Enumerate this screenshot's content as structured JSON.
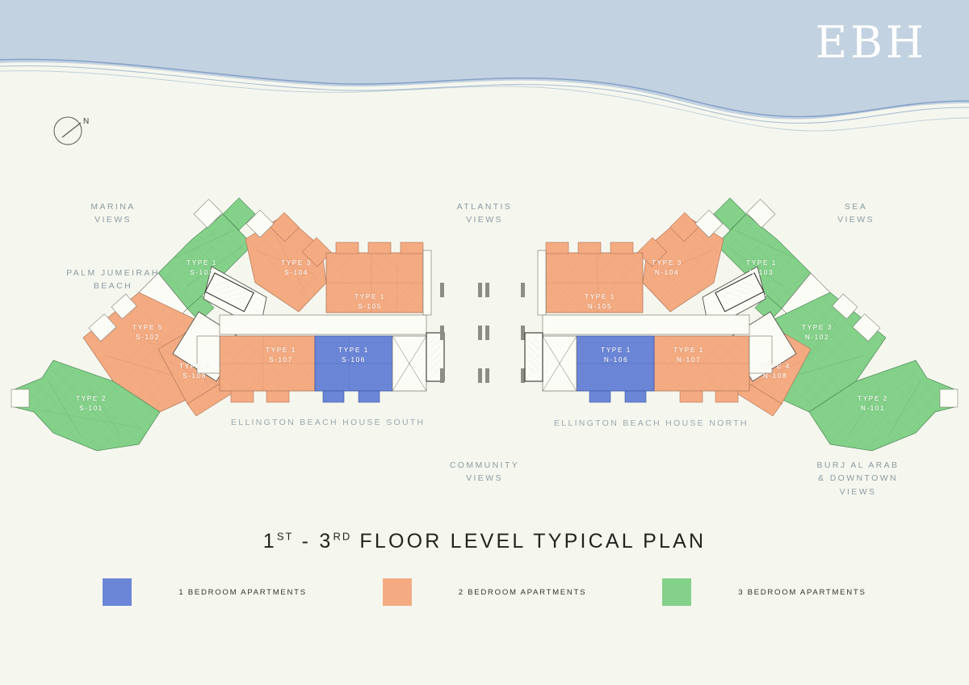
{
  "brand": {
    "logo": "EBH"
  },
  "compass": {
    "north_label": "N"
  },
  "view_labels": {
    "marina": "MARINA\nVIEWS",
    "palm": "PALM JUMEIRAH\nBEACH",
    "atlantis": "ATLANTIS\nVIEWS",
    "sea": "SEA\nVIEWS",
    "community": "COMMUNITY\nVIEWS",
    "burj": "BURJ AL ARAB\n& DOWNTOWN\nVIEWS"
  },
  "buildings": {
    "south_name": "ELLINGTON BEACH HOUSE SOUTH",
    "north_name": "ELLINGTON BEACH HOUSE NORTH"
  },
  "title": {
    "ordinal1": "1",
    "sup1": "ST",
    "dash": "-",
    "ordinal2": "3",
    "sup2": "RD",
    "rest": "FLOOR LEVEL TYPICAL PLAN"
  },
  "legend": {
    "items": [
      {
        "label": "1 BEDROOM APARTMENTS",
        "color": "#6b86d6"
      },
      {
        "label": "2 BEDROOM APARTMENTS",
        "color": "#f4ab82"
      },
      {
        "label": "3 BEDROOM APARTMENTS",
        "color": "#84d18a"
      }
    ]
  },
  "colors": {
    "background": "#f5f7ee",
    "water": "#c3d2e0",
    "wave_line": "#7b9ac4",
    "one_bed": "#6b86d6",
    "two_bed": "#f4ab82",
    "three_bed": "#84d18a",
    "label_blue": "#8b9aa5",
    "title": "#23231f"
  },
  "units": {
    "south": [
      {
        "type": "TYPE 2",
        "code": "S-101",
        "beds": 3,
        "tag": "TYPE 2\nS-101"
      },
      {
        "type": "TYPE 5",
        "code": "S-102",
        "beds": 2,
        "tag": "TYPE 5\nS-102"
      },
      {
        "type": "TYPE 1",
        "code": "S-103",
        "beds": 3,
        "tag": "TYPE 1\nS-103"
      },
      {
        "type": "TYPE 3",
        "code": "S-104",
        "beds": 2,
        "tag": "TYPE 3\nS-104"
      },
      {
        "type": "TYPE 1",
        "code": "S-105",
        "beds": 2,
        "tag": "TYPE 1\nS-105"
      },
      {
        "type": "TYPE 1",
        "code": "S-106",
        "beds": 1,
        "tag": "TYPE 1\nS-106"
      },
      {
        "type": "TYPE 1",
        "code": "S-107",
        "beds": 2,
        "tag": "TYPE 1\nS-107"
      },
      {
        "type": "TYPE 4",
        "code": "S-108",
        "beds": 2,
        "tag": "TYPE 4\nS-108"
      }
    ],
    "north": [
      {
        "type": "TYPE 2",
        "code": "N-101",
        "beds": 3,
        "tag": "TYPE 2\nN-101"
      },
      {
        "type": "TYPE 3",
        "code": "N-102",
        "beds": 3,
        "tag": "TYPE 3\nN-102"
      },
      {
        "type": "TYPE 1",
        "code": "N-103",
        "beds": 3,
        "tag": "TYPE 1\nN-103"
      },
      {
        "type": "TYPE 3",
        "code": "N-104",
        "beds": 2,
        "tag": "TYPE 3\nN-104"
      },
      {
        "type": "TYPE 1",
        "code": "N-105",
        "beds": 2,
        "tag": "TYPE 1\nN-105"
      },
      {
        "type": "TYPE 1",
        "code": "N-106",
        "beds": 1,
        "tag": "TYPE 1\nN-106"
      },
      {
        "type": "TYPE 1",
        "code": "N-107",
        "beds": 2,
        "tag": "TYPE 1\nN-107"
      },
      {
        "type": "TYPE 4",
        "code": "N-108",
        "beds": 2,
        "tag": "TYPE 4\nN-108"
      }
    ]
  }
}
